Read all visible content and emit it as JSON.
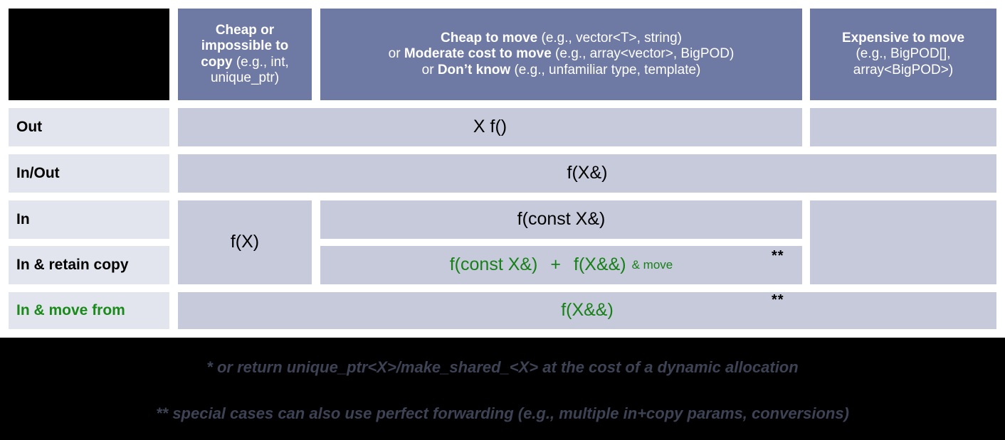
{
  "title": "C++ parameter passing / return guidance table",
  "colors": {
    "header_bg": "#6F7AA4",
    "header_fg": "#FFFFFF",
    "row_label_bg": "#E2E5EE",
    "body_cell_bg": "#C6CADB",
    "accent_green": "#178017",
    "footer_bg": "#000000",
    "footnote_fg": "#3D4354",
    "corner_black": "#000000"
  },
  "header": {
    "corner": "",
    "columns": [
      {
        "key": "cheap_or_impossible_copy",
        "lines": [
          {
            "strong": "Cheap or",
            "rest": ""
          },
          {
            "strong": "impossible to",
            "rest": ""
          },
          {
            "strong": "copy",
            "rest": " (e.g., int,"
          },
          {
            "strong": "",
            "rest": "unique_ptr)"
          }
        ]
      },
      {
        "key": "cheap_to_move",
        "lines": [
          {
            "strong": "Cheap to move",
            "rest": " (e.g., vector<T>, string)"
          },
          {
            "prefix": "or ",
            "strong": "Moderate cost to move",
            "rest": " (e.g., array<vector>, BigPOD)"
          },
          {
            "prefix": "or ",
            "strong": "Don’t know",
            "rest": " (e.g., unfamiliar type, template)"
          }
        ]
      },
      {
        "key": "expensive_to_move",
        "lines": [
          {
            "strong": "Expensive to move",
            "rest": ""
          },
          {
            "strong": "",
            "rest": "(e.g., BigPOD[],"
          },
          {
            "strong": "",
            "rest": "array<BigPOD>)"
          }
        ]
      }
    ]
  },
  "rows": [
    {
      "key": "out",
      "label": "Out",
      "green": false
    },
    {
      "key": "in_out",
      "label": "In/Out",
      "green": false
    },
    {
      "key": "in",
      "label": "In",
      "green": false
    },
    {
      "key": "in_retain_copy",
      "label": "In & retain copy",
      "green": false
    },
    {
      "key": "in_move_from",
      "label": "In & move from",
      "green": true
    }
  ],
  "cells": {
    "out_middle": {
      "text": "X f()",
      "green": false
    },
    "in_out_all": {
      "text": "f(X&)",
      "green": false
    },
    "in_copycol": {
      "text": "f(X)",
      "green": false
    },
    "in_middle": {
      "text": "f(const X&)",
      "green": false
    },
    "retain_part1": {
      "text": "f(const X&)",
      "green": true
    },
    "retain_plus": {
      "text": "+",
      "green": true
    },
    "retain_part2": {
      "text": "f(X&&)",
      "green": true
    },
    "retain_part3": {
      "text": "& move",
      "green": true
    },
    "retain_marker": {
      "text": "**"
    },
    "move_from": {
      "text": "f(X&&)",
      "green": true
    },
    "move_from_marker": {
      "text": "**"
    }
  },
  "footnotes": [
    "* or return unique_ptr<X>/make_shared_<X> at the cost of a dynamic allocation",
    "** special cases can also use perfect forwarding (e.g., multiple in+copy params, conversions)"
  ]
}
